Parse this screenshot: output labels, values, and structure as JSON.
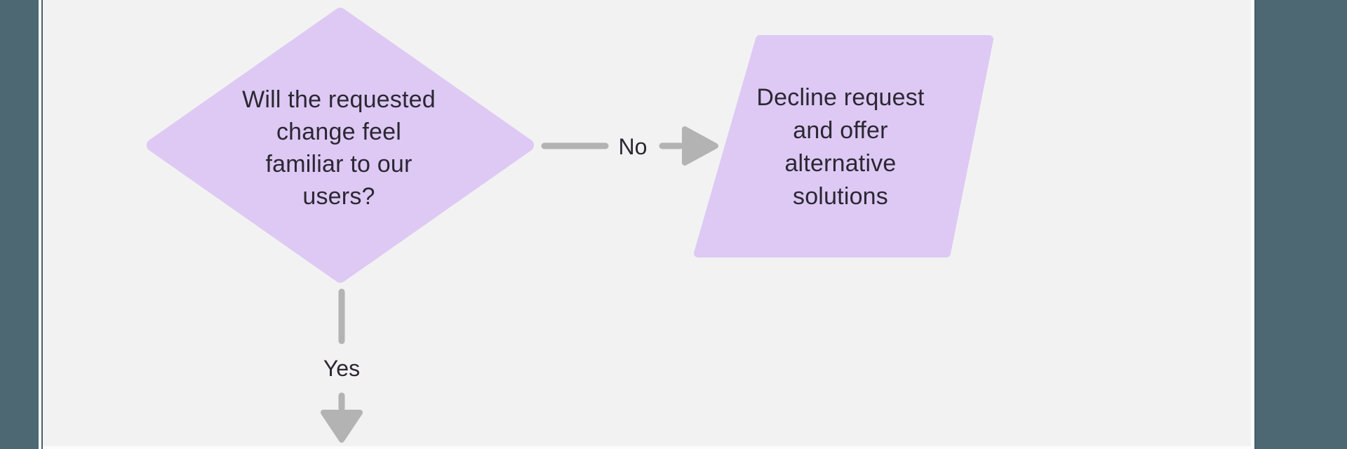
{
  "theme": {
    "canvas_bg": "#f2f2f2",
    "side_panel_color": "#4d6873",
    "node_fill": "#ddc9f3",
    "connector_color": "#b3b3b3",
    "text_color": "#2b2733"
  },
  "flowchart": {
    "decision_node": {
      "type": "diamond",
      "lines": [
        "Will the requested",
        "change feel",
        "familiar to our",
        "users?"
      ],
      "text": "Will the requested change feel familiar to our users?"
    },
    "no_edge": {
      "label": "No"
    },
    "yes_edge": {
      "label": "Yes"
    },
    "output_node": {
      "type": "parallelogram",
      "lines": [
        "Decline request",
        "and offer",
        "alternative",
        "solutions"
      ],
      "text": "Decline request and offer alternative solutions"
    }
  }
}
